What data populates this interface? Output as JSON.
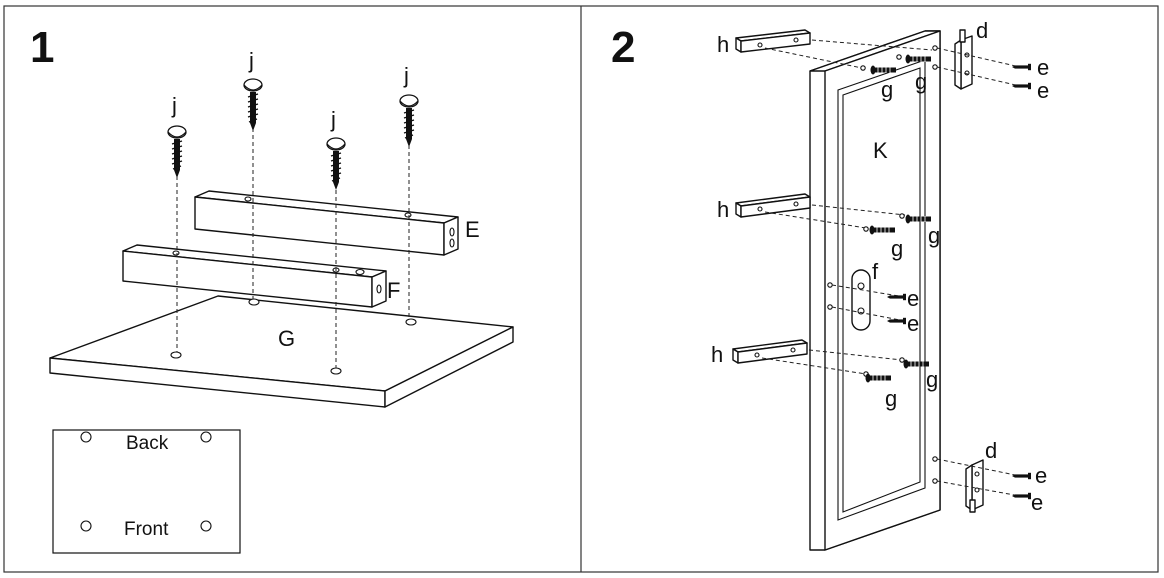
{
  "panel1": {
    "step_number": "1",
    "labels": {
      "screw_1": "j",
      "screw_2": "j",
      "screw_3": "j",
      "screw_4": "j",
      "part_e": "E",
      "part_f": "F",
      "part_g": "G"
    },
    "inset": {
      "back": "Back",
      "front": "Front"
    }
  },
  "panel2": {
    "step_number": "2",
    "labels": {
      "h_top": "h",
      "h_mid": "h",
      "h_bot": "h",
      "d_top": "d",
      "d_bot": "d",
      "k": "K",
      "f": "f",
      "e1": "e",
      "e2": "e",
      "e3": "e",
      "e4": "e",
      "e5": "e",
      "e6": "e",
      "g1": "g",
      "g2": "g",
      "g3": "g",
      "g4": "g",
      "g5": "g",
      "g6": "g"
    }
  }
}
